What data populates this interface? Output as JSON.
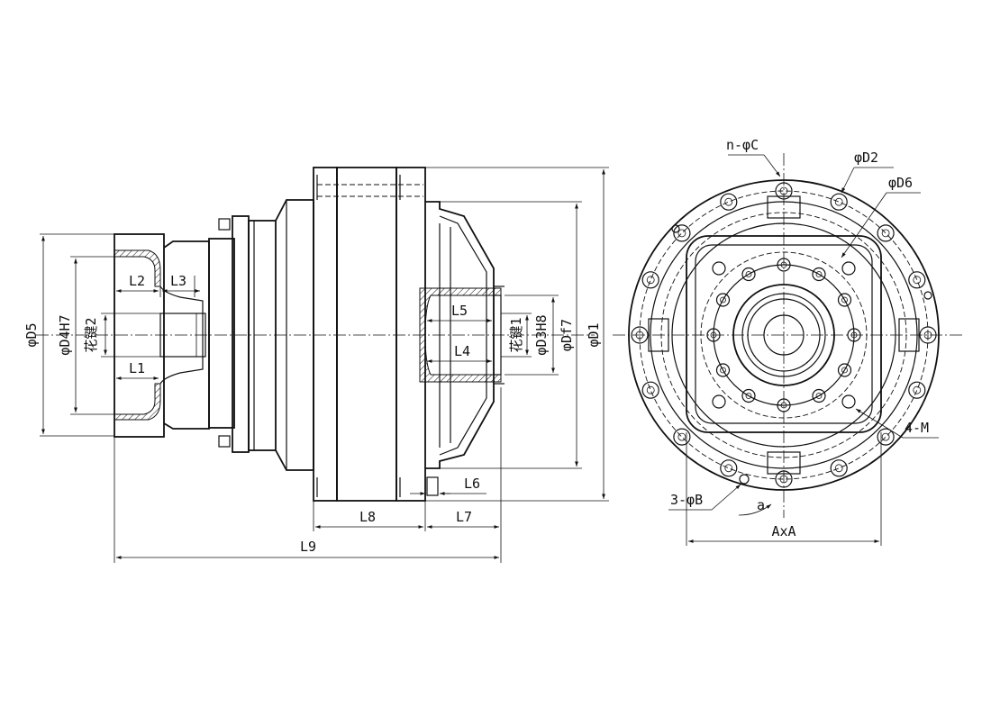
{
  "labels": {
    "D5": "φD5",
    "D4H7": "φD4H7",
    "spline2": "花键2",
    "L1": "L1",
    "L2": "L2",
    "L3": "L3",
    "L4": "L4",
    "L5": "L5",
    "L6": "L6",
    "L7": "L7",
    "L8": "L8",
    "L9": "L9",
    "spline1": "花键1",
    "D3H8": "φD3H8",
    "Df7": "φDf7",
    "D1": "φD1",
    "nC": "n-φC",
    "D2": "φD2",
    "D6": "φD6",
    "M4": "4-M",
    "B3": "3-φB",
    "a": "a",
    "AxA": "AxA"
  }
}
